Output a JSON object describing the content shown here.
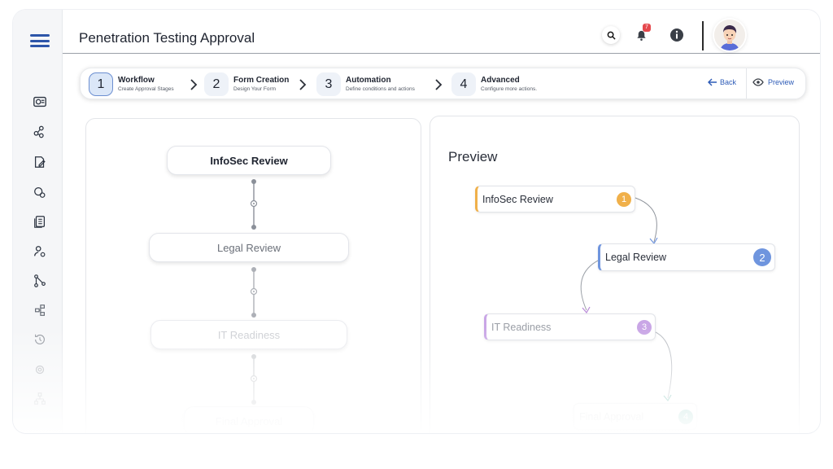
{
  "header": {
    "title": "Penetration Testing Approval",
    "notification_count": "7"
  },
  "steps": [
    {
      "num": "1",
      "title": "Workflow",
      "subtitle": "Create Approval Stages"
    },
    {
      "num": "2",
      "title": "Form Creation",
      "subtitle": "Design Your Form"
    },
    {
      "num": "3",
      "title": "Automation",
      "subtitle": "Define conditions and actions"
    },
    {
      "num": "4",
      "title": "Advanced",
      "subtitle": "Configure more actions."
    }
  ],
  "nav": {
    "back": "Back",
    "preview": "Preview"
  },
  "workflow": {
    "stages": [
      "InfoSec Review",
      "Legal Review",
      "IT Readiness",
      "Final Approval"
    ]
  },
  "preview": {
    "title": "Preview",
    "items": [
      {
        "label": "InfoSec Review",
        "num": "1",
        "color": "#f0b04a"
      },
      {
        "label": "Legal Review",
        "num": "2",
        "color": "#6f95de"
      },
      {
        "label": "IT Readiness",
        "num": "3",
        "color": "#b98ad8"
      },
      {
        "label": "Final Approval",
        "num": "4",
        "color": "#5fb7a8"
      }
    ]
  },
  "icons": {
    "sidebar": [
      "dashboard-icon",
      "workflow-icon",
      "form-edit-icon",
      "settings-gear-icon",
      "documents-icon",
      "user-settings-icon",
      "network-icon",
      "hierarchy-icon",
      "history-icon",
      "tools-icon",
      "org-chart-icon"
    ],
    "header": [
      "search-icon",
      "bell-icon",
      "info-icon"
    ]
  },
  "colors": {
    "accent": "#2d55a9",
    "link": "#2d5bb7",
    "badge": "#e5484d"
  }
}
